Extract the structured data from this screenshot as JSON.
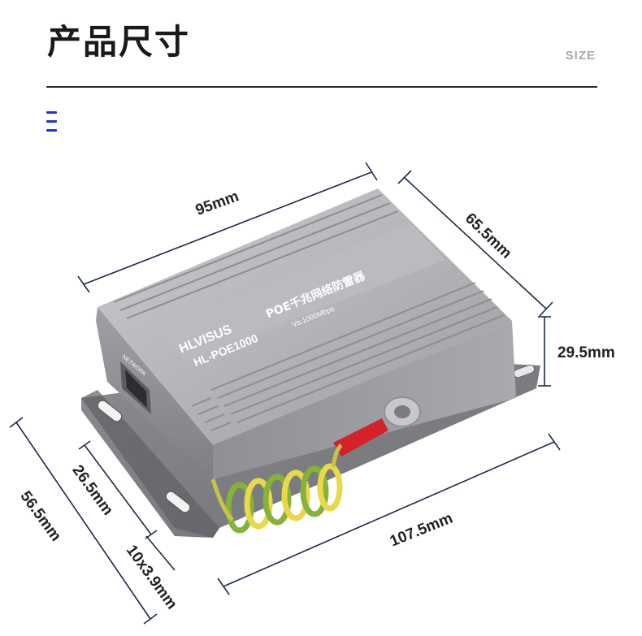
{
  "header": {
    "title": "产品尺寸",
    "subtitle": "SIZE"
  },
  "product": {
    "brand": "HLVISUS",
    "model": "HL-POE1000",
    "product_name": "POE千兆网络防雷器",
    "port_label": "NETWORK",
    "spec_line": "Vs:1000Mbps",
    "image": "silver-aluminum-poe-surge-protector-with-ground-wire"
  },
  "dimensions": {
    "width": "95mm",
    "depth": "65.5mm",
    "height": "29.5mm",
    "base_length": "107.5mm",
    "base_width": "56.5mm",
    "hole_spacing": "26.5mm",
    "hole_size": "10x3.9mm"
  },
  "colors": {
    "accent": "#2231e0",
    "dim_line": "#1c2a4a",
    "housing": "#a9abaf",
    "ground_wire_yellow": "#e8d84a",
    "ground_wire_green": "#86b23a",
    "terminal_red": "#d4212a"
  },
  "icons": {
    "menu": "menu-icon"
  }
}
